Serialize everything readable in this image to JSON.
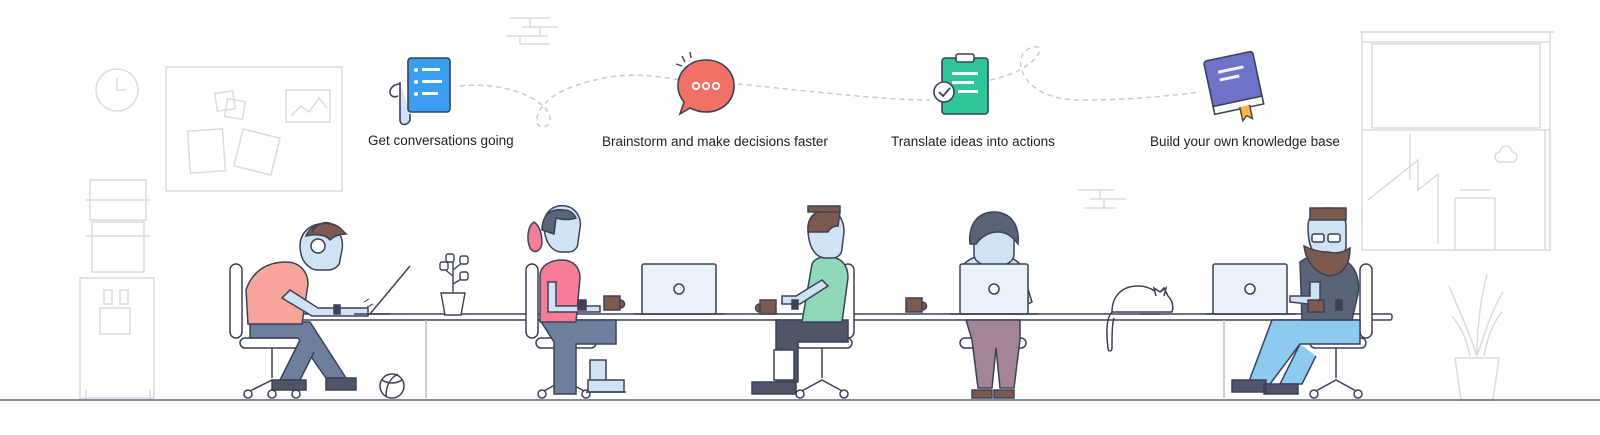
{
  "steps": [
    {
      "label": "Get conversations going",
      "icon": "document-list-icon",
      "color": "#3a9ff0"
    },
    {
      "label": "Brainstorm and make decisions faster",
      "icon": "chat-bubble-icon",
      "color": "#f27167"
    },
    {
      "label": "Translate ideas into actions",
      "icon": "clipboard-check-icon",
      "color": "#2fc79a"
    },
    {
      "label": "Build your own knowledge base",
      "icon": "book-icon",
      "color": "#6e73c7"
    }
  ],
  "palette": {
    "outline": "#3b4157",
    "skin": "#cfe3f5",
    "sketch": "#d9dbe0",
    "laptop": "#eaf3fc",
    "table": "#ffffff",
    "floor": "#5b6480"
  }
}
